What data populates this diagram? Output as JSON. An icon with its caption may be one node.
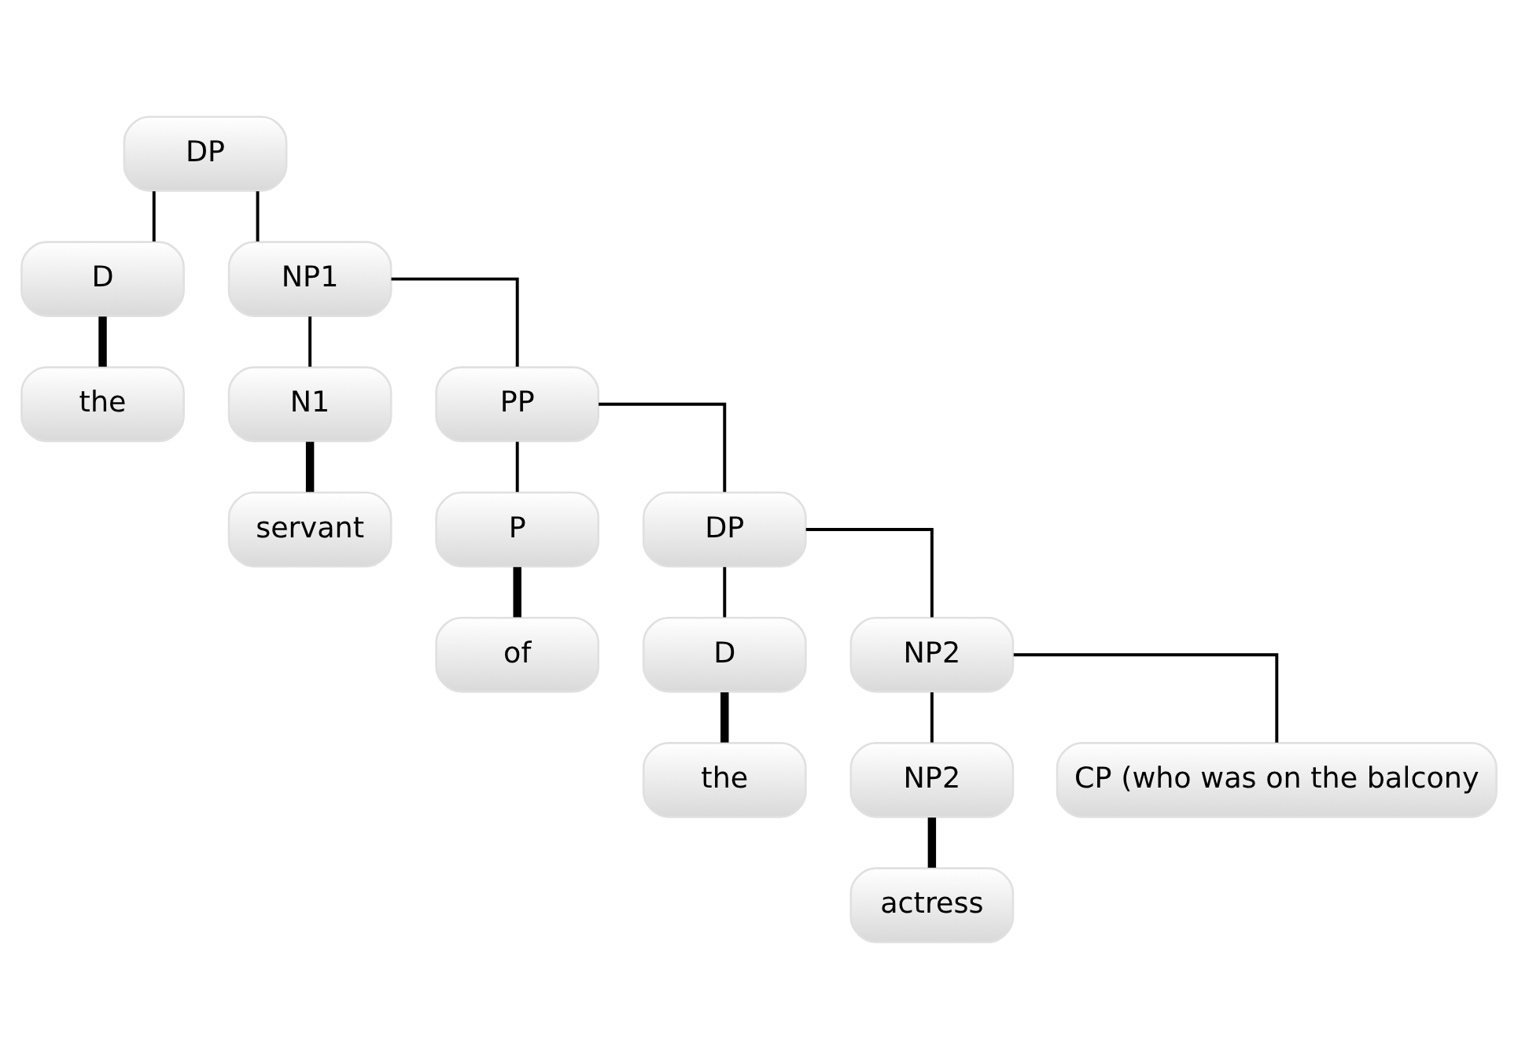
{
  "diagram": {
    "nodes": [
      {
        "text": [
          "DP"
        ]
      },
      {
        "text": [
          "D"
        ]
      },
      {
        "text": [
          "NP1"
        ]
      },
      {
        "text": [
          "the"
        ]
      },
      {
        "text": [
          "N1"
        ]
      },
      {
        "text": [
          "PP"
        ]
      },
      {
        "text": [
          "servant"
        ]
      },
      {
        "text": [
          "P"
        ]
      },
      {
        "text": [
          "DP"
        ]
      },
      {
        "text": [
          "of"
        ]
      },
      {
        "text": [
          "D"
        ]
      },
      {
        "text": [
          "NP2"
        ]
      },
      {
        "text": [
          "the"
        ]
      },
      {
        "text": [
          "NP2"
        ]
      },
      {
        "text": [
          "CP (who was on the balcony"
        ]
      },
      {
        "text": [
          "actress"
        ]
      }
    ],
    "edges": [
      {
        "from": 0,
        "to": 1,
        "arrow": "none"
      },
      {
        "from": 0,
        "to": 2,
        "arrow": "none"
      },
      {
        "from": 1,
        "to": 3,
        "arrow": "none",
        "style": "thick"
      },
      {
        "from": 2,
        "to": 4,
        "arrow": "none"
      },
      {
        "from": 2,
        "to": 5,
        "arrow": "none"
      },
      {
        "from": 4,
        "to": 6,
        "arrow": "none",
        "style": "thick"
      },
      {
        "from": 5,
        "to": 7,
        "arrow": "none"
      },
      {
        "from": 5,
        "to": 8,
        "arrow": "none"
      },
      {
        "from": 7,
        "to": 9,
        "arrow": "none",
        "style": "thick"
      },
      {
        "from": 8,
        "to": 10,
        "arrow": "none"
      },
      {
        "from": 8,
        "to": 11,
        "arrow": "none"
      },
      {
        "from": 10,
        "to": 12,
        "arrow": "none",
        "style": "thick"
      },
      {
        "from": 11,
        "to": 13,
        "arrow": "none"
      },
      {
        "from": 11,
        "to": 14,
        "arrow": "none"
      },
      {
        "from": 13,
        "to": 15,
        "arrow": "none",
        "style": "thick"
      }
    ]
  }
}
